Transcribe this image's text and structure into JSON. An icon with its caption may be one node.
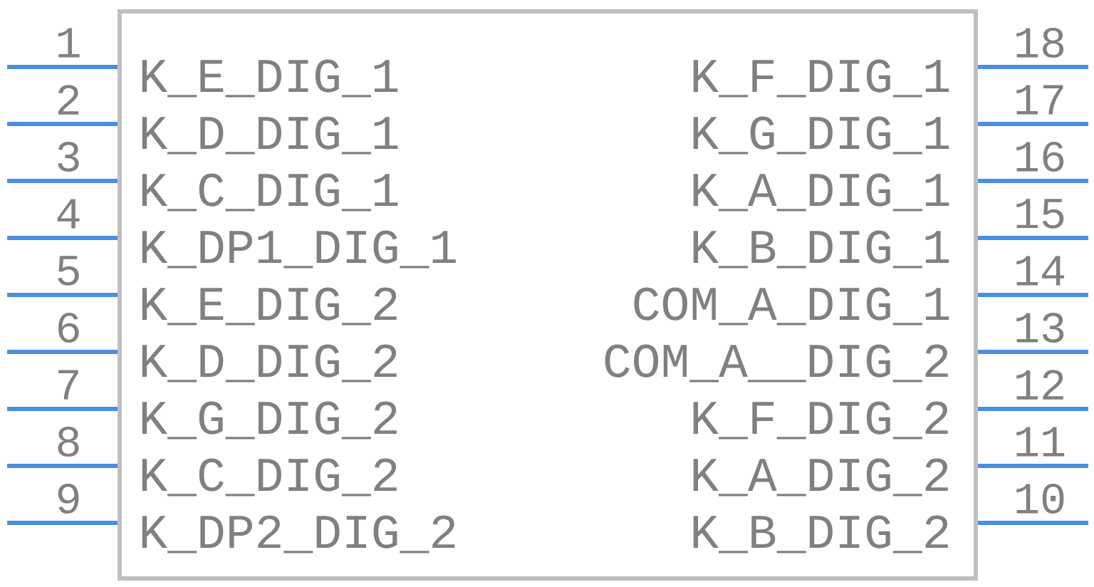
{
  "diagram": {
    "nodes": [
      {
        "text": [
          "K_E_DIG_1",
          "K_D_DIG_1",
          "K_C_DIG_1",
          "K_DP1_DIG_1",
          "K_E_DIG_2",
          "K_D_DIG_2",
          "K_G_DIG_2",
          "K_C_DIG_2",
          "K_DP2_DIG_2",
          "K_F_DIG_1",
          "K_G_DIG_1",
          "K_A_DIG_1",
          "K_B_DIG_1",
          "COM_A_DIG_1",
          "COM_A__DIG_2",
          "K_F_DIG_2",
          "K_A_DIG_2",
          "K_B_DIG_2"
        ]
      }
    ],
    "labels": [
      "1",
      "2",
      "3",
      "4",
      "5",
      "6",
      "7",
      "8",
      "9",
      "18",
      "17",
      "16",
      "15",
      "14",
      "13",
      "12",
      "11",
      "10"
    ]
  }
}
